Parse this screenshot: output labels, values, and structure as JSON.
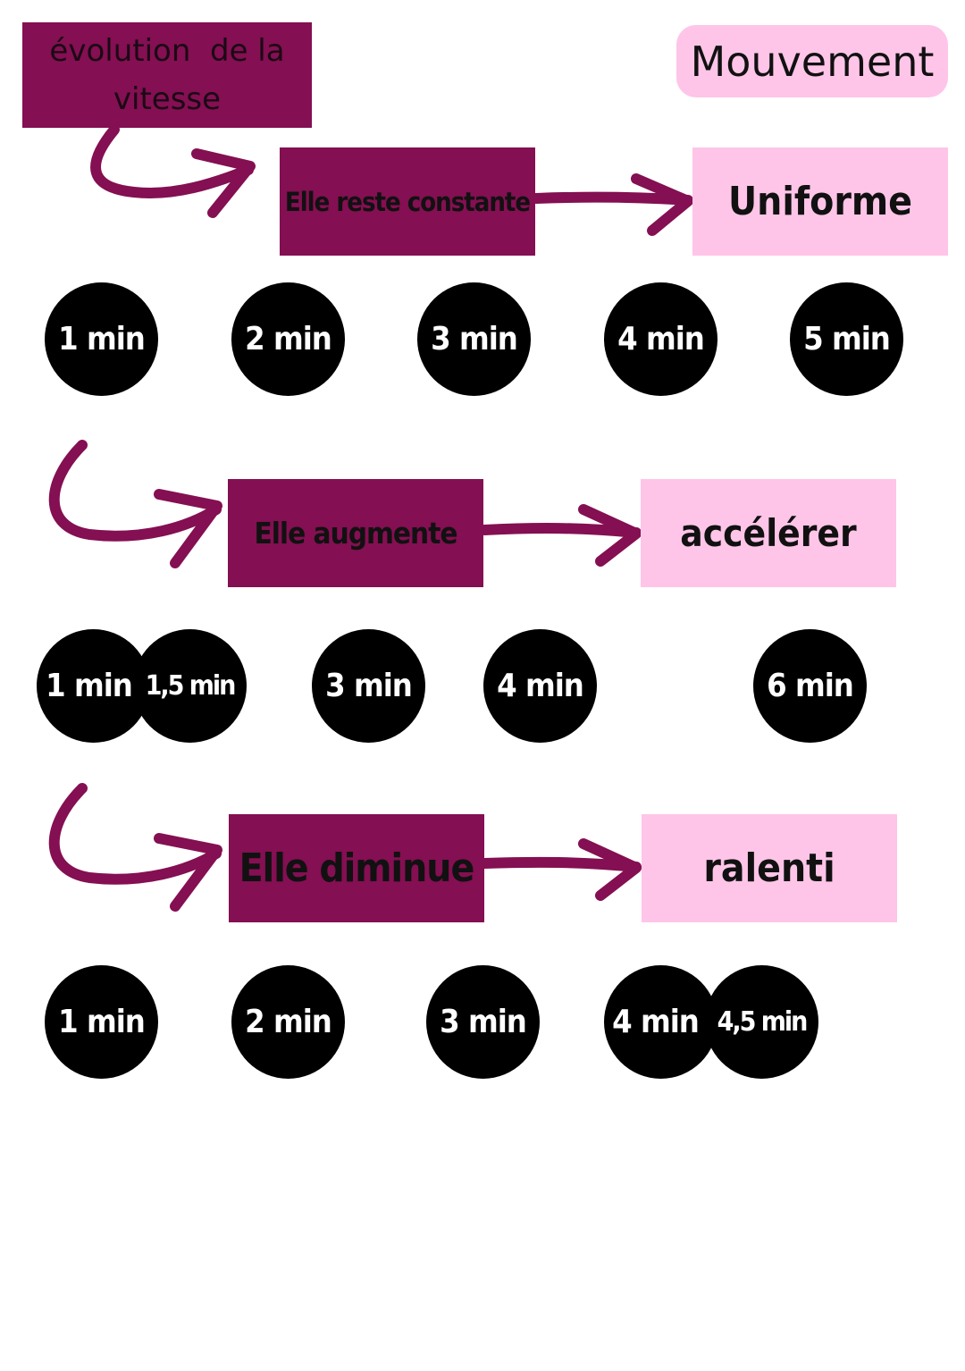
{
  "header": {
    "title": "évolution  de la\nvitesse",
    "mouvement": "Mouvement"
  },
  "colors": {
    "dark_box": "#840f52",
    "light_box": "#fec5e8",
    "dot": "#000000",
    "arrow": "#840f52"
  },
  "rows": [
    {
      "state": "Elle reste constante",
      "result": "Uniforme",
      "times": [
        "1 min",
        "2 min",
        "3 min",
        "4 min",
        "5 min"
      ]
    },
    {
      "state": "Elle augmente",
      "result": "accélérer",
      "times": [
        "1 min",
        "1,5 min",
        "3 min",
        "4 min",
        "6 min"
      ]
    },
    {
      "state": "Elle diminue",
      "result": "ralenti",
      "times": [
        "1 min",
        "2 min",
        "3 min",
        "4 min",
        "4,5 min"
      ]
    }
  ]
}
